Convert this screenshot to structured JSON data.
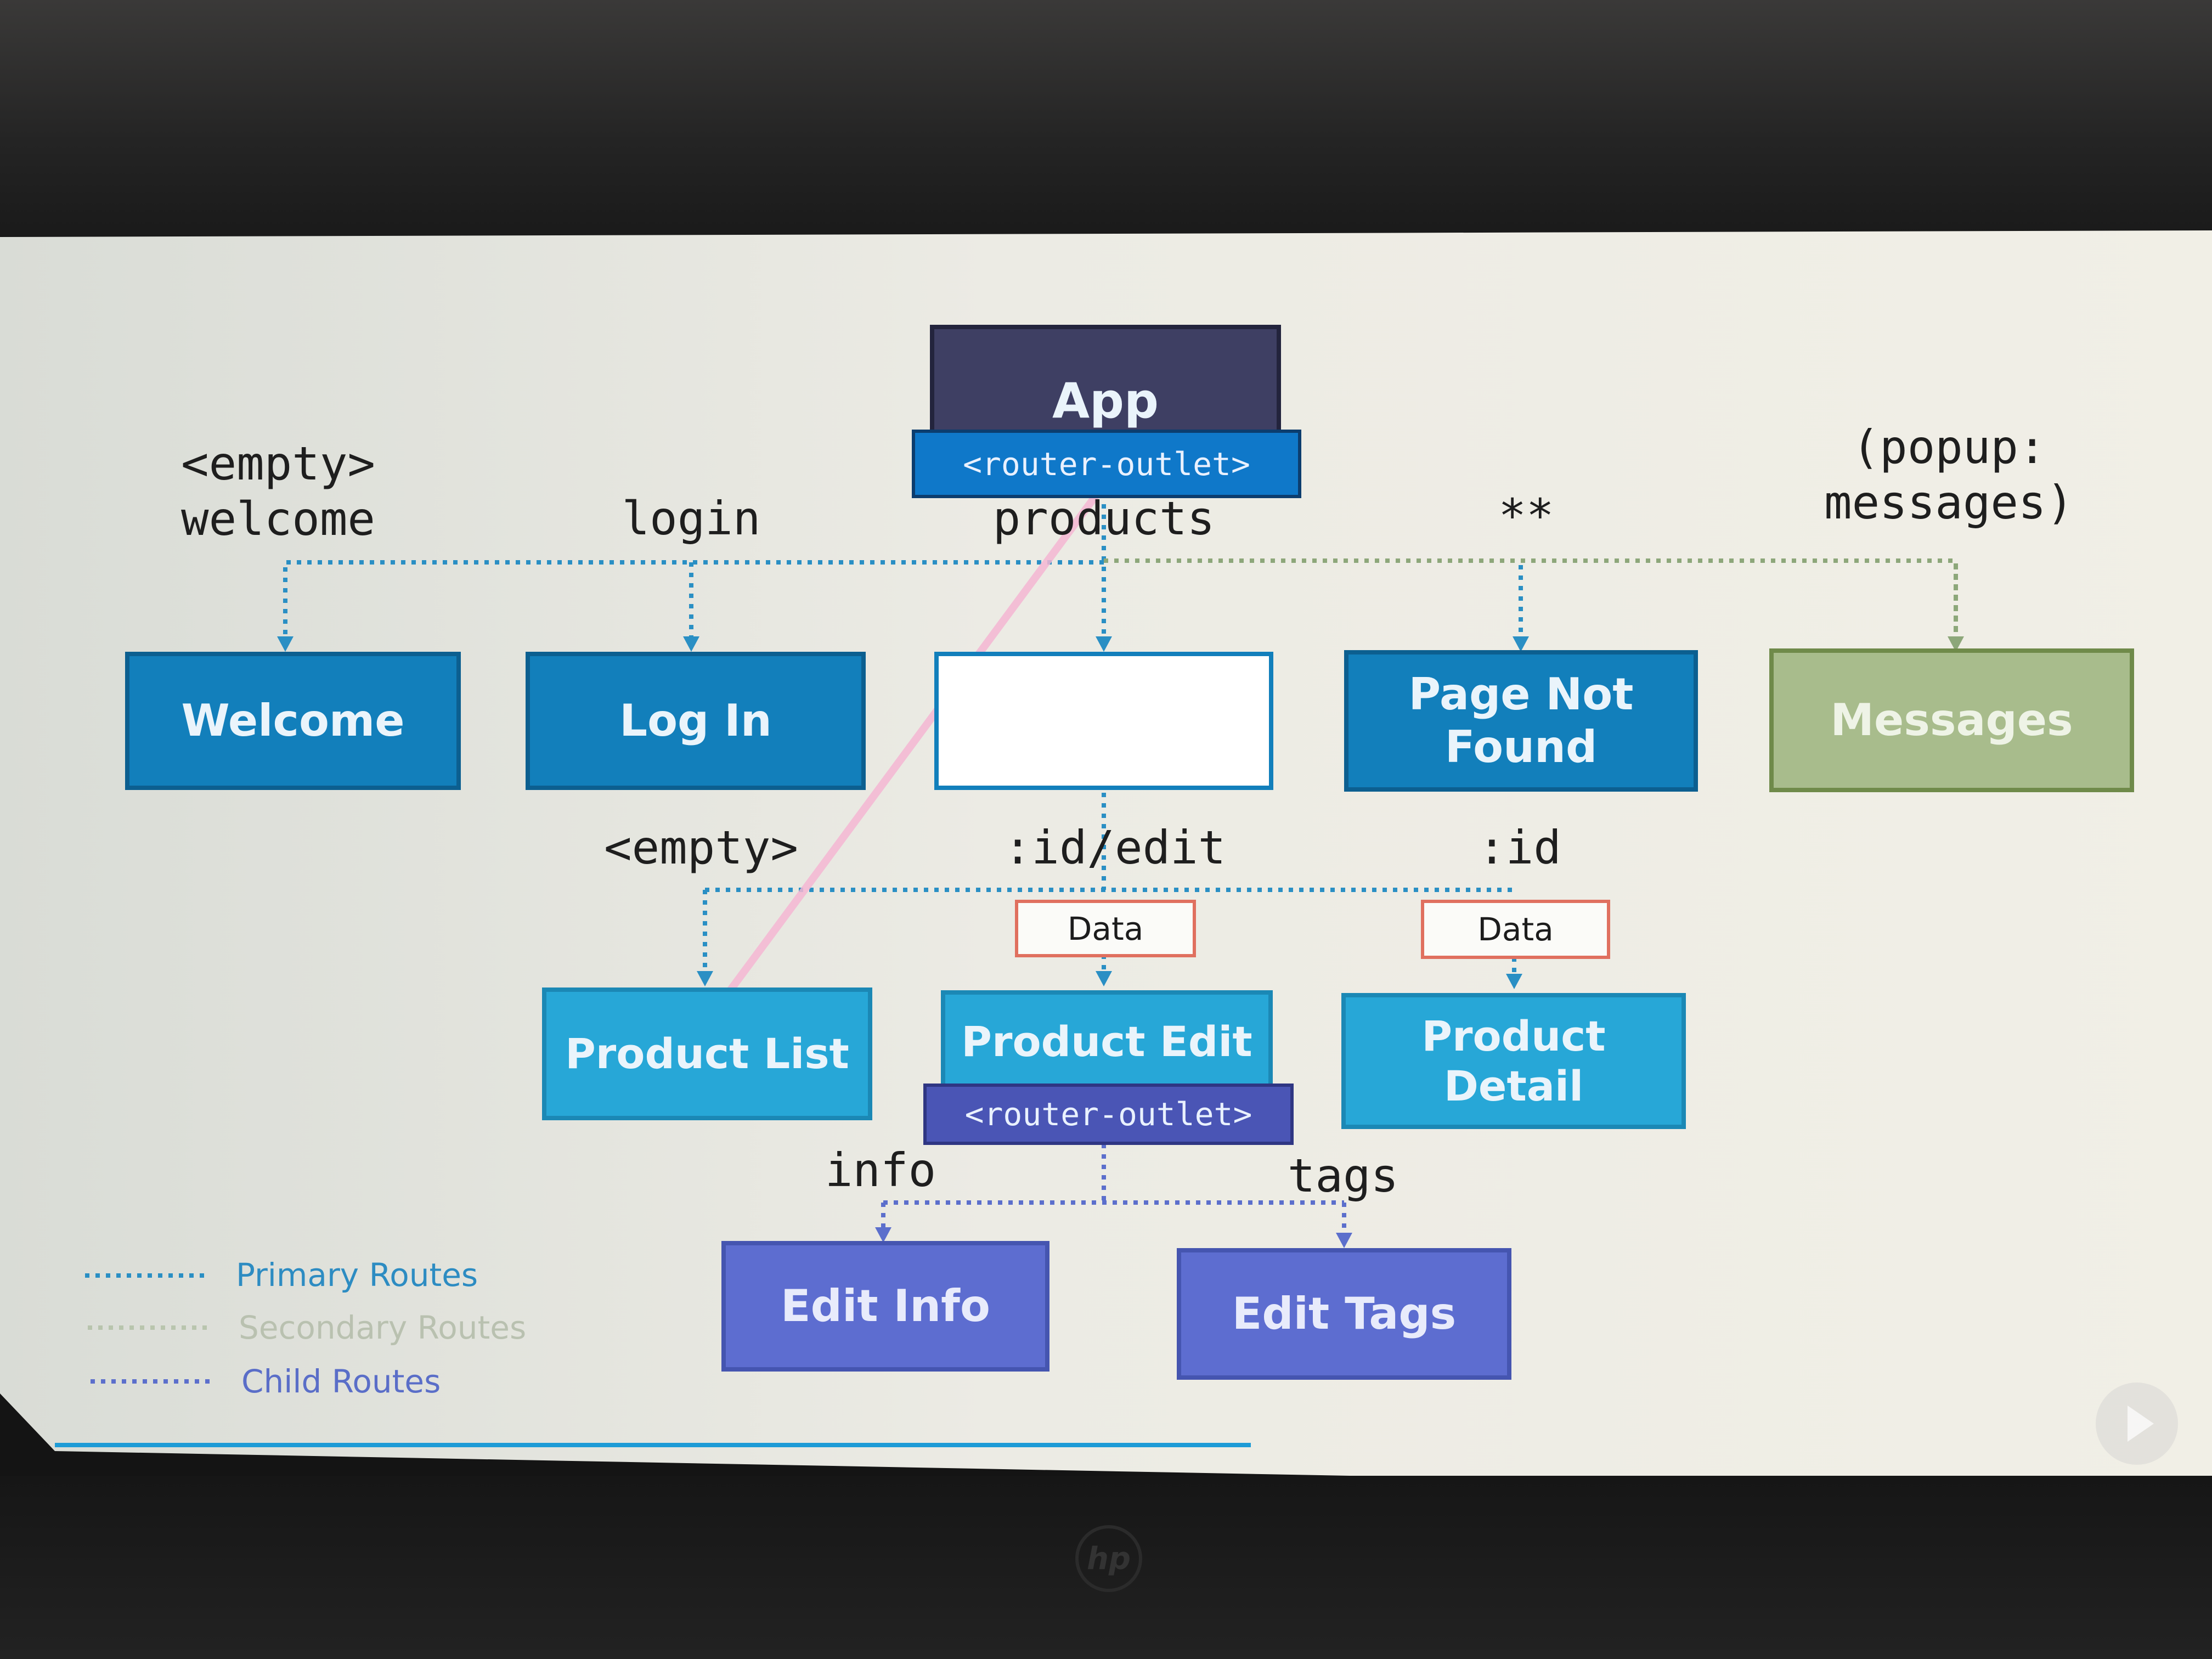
{
  "app": {
    "label": "App",
    "outlet": "<router-outlet>"
  },
  "routes": {
    "welcome": "<empty>\nwelcome",
    "login": "login",
    "products": "products",
    "wildcard": "**",
    "popup": "(popup:\nmessages)",
    "product_list": "<empty>",
    "product_edit": ":id/edit",
    "product_detail": ":id",
    "info": "info",
    "tags": "tags"
  },
  "nodes": {
    "welcome": "Welcome",
    "login": "Log In",
    "products": "",
    "page_not_found": "Page Not\nFound",
    "messages": "Messages",
    "product_list": "Product List",
    "product_edit": "Product Edit",
    "product_detail": "Product\nDetail",
    "edit_info": "Edit Info",
    "edit_tags": "Edit Tags"
  },
  "product_edit_outlet": "<router-outlet>",
  "resolvers": {
    "edit": "Data",
    "detail": "Data"
  },
  "legend": {
    "primary": "Primary Routes",
    "secondary": "Secondary Routes",
    "child": "Child Routes"
  },
  "colors": {
    "primary_route": "#2a8fc4",
    "secondary_route": "#8da77a",
    "child_route": "#5c6fcc",
    "resolver_border": "#e0705f"
  },
  "edges": [
    {
      "from": "app",
      "to": "welcome",
      "kind": "primary"
    },
    {
      "from": "app",
      "to": "login",
      "kind": "primary"
    },
    {
      "from": "app",
      "to": "products",
      "kind": "primary"
    },
    {
      "from": "app",
      "to": "page_not_found",
      "kind": "secondary"
    },
    {
      "from": "app",
      "to": "messages",
      "kind": "secondary"
    },
    {
      "from": "products",
      "to": "product_list",
      "kind": "primary"
    },
    {
      "from": "products",
      "to": "product_edit",
      "kind": "primary"
    },
    {
      "from": "products",
      "to": "product_detail",
      "kind": "primary"
    },
    {
      "from": "product_edit",
      "to": "edit_info",
      "kind": "child"
    },
    {
      "from": "product_edit",
      "to": "edit_tags",
      "kind": "child"
    }
  ]
}
